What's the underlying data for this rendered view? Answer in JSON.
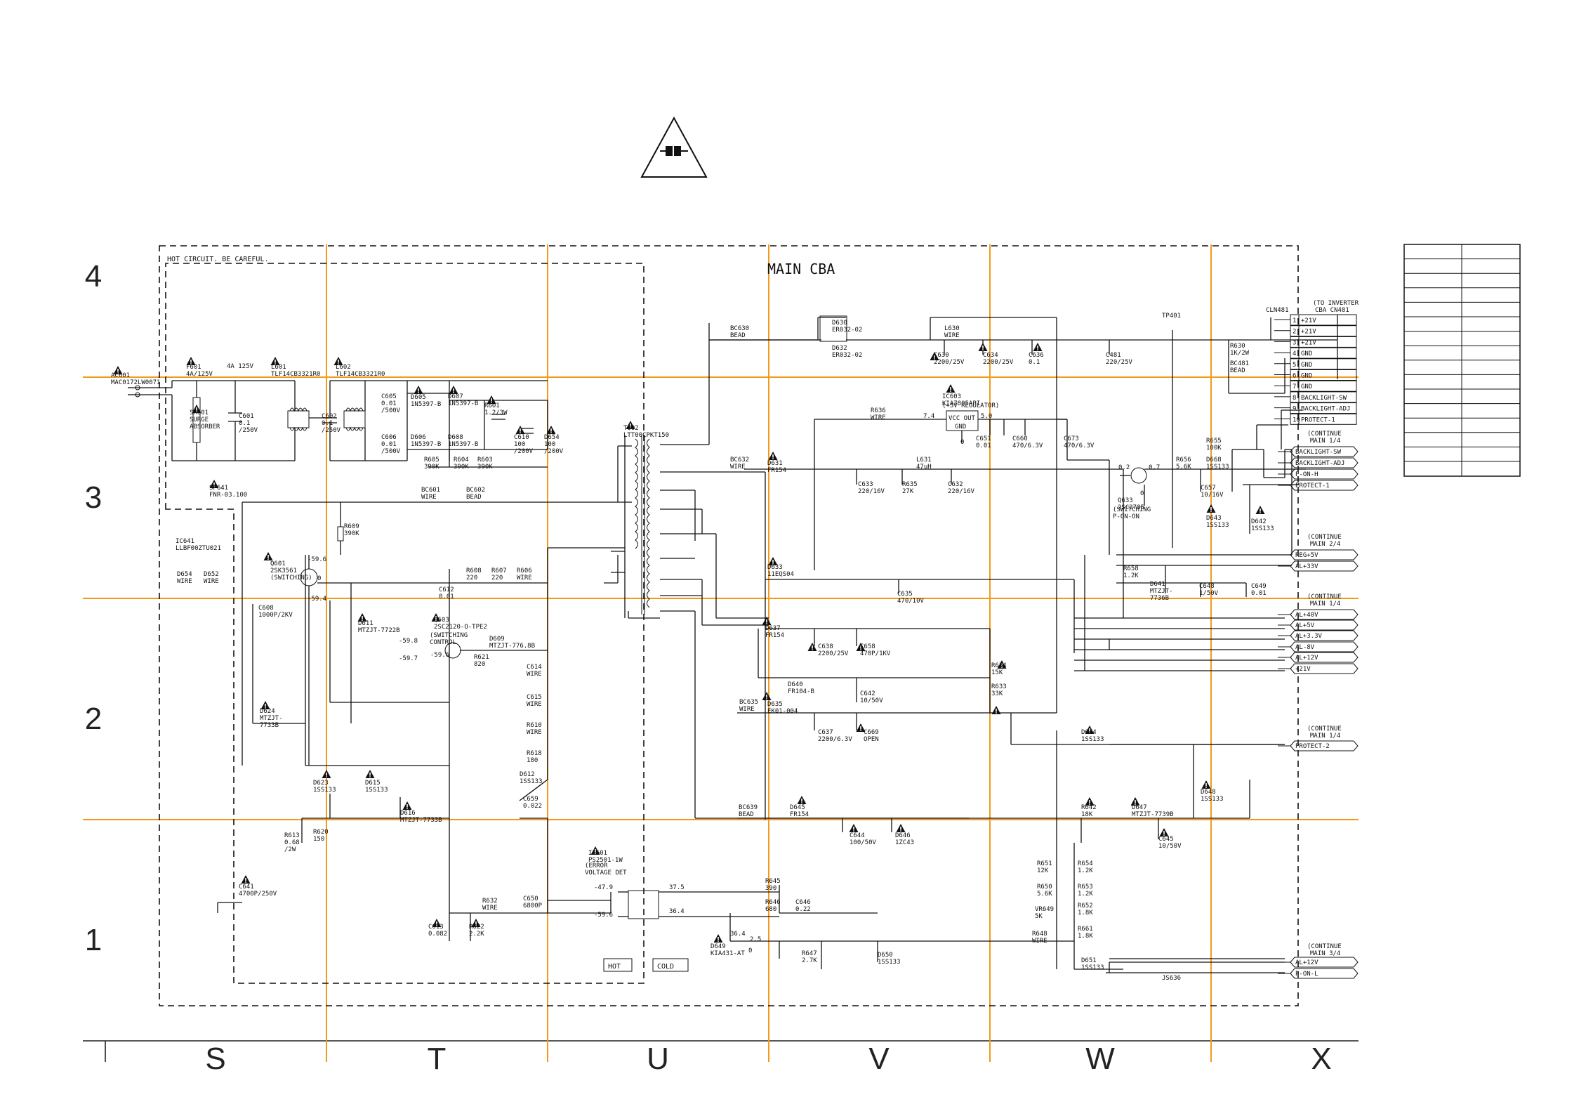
{
  "grid_columns": [
    "S",
    "T",
    "U",
    "V",
    "W",
    "X"
  ],
  "grid_rows": [
    "4",
    "3",
    "2",
    "1"
  ],
  "board_title": "MAIN CBA",
  "hot_notice": "HOT CIRCUIT. BE CAREFUL.",
  "hot_label": "HOT",
  "cold_label": "COLD",
  "ac_input": {
    "ref": "AC601",
    "part": "MAC0172LW0071"
  },
  "connector": {
    "ref": "CLN481",
    "dest_line1": "(TO INVERTER",
    "dest_line2": "CBA CN481",
    "pins": [
      {
        "no": "1",
        "name": "+21V"
      },
      {
        "no": "2",
        "name": "+21V"
      },
      {
        "no": "3",
        "name": "+21V"
      },
      {
        "no": "4",
        "name": "GND"
      },
      {
        "no": "5",
        "name": "GND"
      },
      {
        "no": "6",
        "name": "GND"
      },
      {
        "no": "7",
        "name": "GND"
      },
      {
        "no": "8",
        "name": "BACKLIGHT-SW"
      },
      {
        "no": "9",
        "name": "BACKLIGHT-ADJ"
      },
      {
        "no": "10",
        "name": "PROTECT-1"
      }
    ]
  },
  "continue_groups": [
    {
      "l1": "(CONTINUE",
      "l2": "MAIN 1/4",
      "signals": [
        "BACKLIGHT-SW",
        "BACKLIGHT-ADJ",
        "P-ON-H",
        "PROTECT-1"
      ]
    },
    {
      "l1": "(CONTINUE",
      "l2": "MAIN 2/4",
      "signals": [
        "REG+5V",
        "AL+33V"
      ]
    },
    {
      "l1": "(CONTINUE",
      "l2": "MAIN 1/4",
      "signals": [
        "AL+40V",
        "AL+5V",
        "AL+3.3V",
        "AL-8V",
        "AL+12V",
        "+21V"
      ]
    },
    {
      "l1": "(CONTINUE",
      "l2": "MAIN 1/4",
      "signals": [
        "PROTECT-2"
      ]
    },
    {
      "l1": "(CONTINUE",
      "l2": "MAIN 3/4",
      "signals": [
        "AL+12V",
        "P-ON-L"
      ]
    }
  ],
  "parts": [
    {
      "id": "F601",
      "t": [
        "F601",
        "4A/125V"
      ]
    },
    {
      "id": "FUSE",
      "t": [
        "4A 125V"
      ]
    },
    {
      "id": "L601",
      "t": [
        "L601",
        "TLF14CB3321R0"
      ]
    },
    {
      "id": "L602",
      "t": [
        "L602",
        "TLF14CB3321R0"
      ]
    },
    {
      "id": "SA601",
      "t": [
        "SA601",
        "SURGE",
        "ABSORBER"
      ]
    },
    {
      "id": "C601",
      "t": [
        "C601",
        "0.1",
        "/250V"
      ]
    },
    {
      "id": "C602",
      "t": [
        "C602",
        "0.1",
        "/250V"
      ]
    },
    {
      "id": "C605",
      "t": [
        "C605",
        "0.01",
        "/500V"
      ]
    },
    {
      "id": "C606",
      "t": [
        "C606",
        "0.01",
        "/500V"
      ]
    },
    {
      "id": "D605",
      "t": [
        "D605",
        "1N5397-B"
      ]
    },
    {
      "id": "D606",
      "t": [
        "D606",
        "1N5397-B"
      ]
    },
    {
      "id": "D607",
      "t": [
        "D607",
        "1N5397-B"
      ]
    },
    {
      "id": "D608",
      "t": [
        "D608",
        "1N5397-B"
      ]
    },
    {
      "id": "R601",
      "t": [
        "R601",
        "1.2/3W"
      ]
    },
    {
      "id": "C610",
      "t": [
        "C610",
        "100",
        "/200V"
      ]
    },
    {
      "id": "D654",
      "t": [
        "D654",
        "100",
        "/200V"
      ]
    },
    {
      "id": "R605",
      "t": [
        "R605",
        "390K"
      ]
    },
    {
      "id": "R604",
      "t": [
        "R604",
        "390K"
      ]
    },
    {
      "id": "R603",
      "t": [
        "R603",
        "390K"
      ]
    },
    {
      "id": "SP641",
      "t": [
        "SP641",
        "FNR-03.100"
      ]
    },
    {
      "id": "BC601",
      "t": [
        "BC601",
        "WIRE"
      ]
    },
    {
      "id": "BC602",
      "t": [
        "BC602",
        "BEAD"
      ]
    },
    {
      "id": "R609",
      "t": [
        "R609",
        "390K"
      ]
    },
    {
      "id": "IC641",
      "t": [
        "IC641",
        "LLBF00ZTU021"
      ]
    },
    {
      "id": "D654b",
      "t": [
        "D654",
        "WIRE"
      ]
    },
    {
      "id": "D652",
      "t": [
        "D652",
        "WIRE"
      ]
    },
    {
      "id": "Q601",
      "t": [
        "Q601",
        "2SK3561",
        "(SWITCHING)"
      ]
    },
    {
      "id": "R608",
      "t": [
        "R608",
        "220"
      ]
    },
    {
      "id": "R607",
      "t": [
        "R607",
        "220"
      ]
    },
    {
      "id": "R606",
      "t": [
        "R606",
        "WIRE"
      ]
    },
    {
      "id": "C612",
      "t": [
        "C612",
        "0.01"
      ]
    },
    {
      "id": "C608",
      "t": [
        "C608",
        "1000P/2KV"
      ]
    },
    {
      "id": "D611",
      "t": [
        "D611",
        "MTZJT-7722B"
      ]
    },
    {
      "id": "Q603",
      "t": [
        "Q603",
        "2SC2120-O-TPE2"
      ]
    },
    {
      "id": "Q603f",
      "t": [
        "(SWITCHING",
        "CONTROL"
      ]
    },
    {
      "id": "D609",
      "t": [
        "D609",
        "MTZJT-776.8B"
      ]
    },
    {
      "id": "R621",
      "t": [
        "R621",
        "820"
      ]
    },
    {
      "id": "C614",
      "t": [
        "C614",
        "WIRE"
      ]
    },
    {
      "id": "C615",
      "t": [
        "C615",
        "WIRE"
      ]
    },
    {
      "id": "R610",
      "t": [
        "R610",
        "WIRE"
      ]
    },
    {
      "id": "R618",
      "t": [
        "R618",
        "180"
      ]
    },
    {
      "id": "D612",
      "t": [
        "D612",
        "1SS133"
      ]
    },
    {
      "id": "C659",
      "t": [
        "C659",
        "0.022"
      ]
    },
    {
      "id": "D624",
      "t": [
        "D624",
        "MTZJT-",
        "7733B"
      ]
    },
    {
      "id": "D623",
      "t": [
        "D623",
        "1SS133"
      ]
    },
    {
      "id": "D615",
      "t": [
        "D615",
        "1SS133"
      ]
    },
    {
      "id": "D616",
      "t": [
        "D616",
        "MTZJT-7733B"
      ]
    },
    {
      "id": "R613",
      "t": [
        "R613",
        "0.68",
        "/2W"
      ]
    },
    {
      "id": "R620",
      "t": [
        "R620",
        "150"
      ]
    },
    {
      "id": "C641",
      "t": [
        "C641",
        "4700P/250V"
      ]
    },
    {
      "id": "C613",
      "t": [
        "C613",
        "0.082"
      ]
    },
    {
      "id": "R622",
      "t": [
        "R622",
        "2.2K"
      ]
    },
    {
      "id": "R632",
      "t": [
        "R632",
        "WIRE"
      ]
    },
    {
      "id": "C650",
      "t": [
        "C650",
        "6800P"
      ]
    },
    {
      "id": "IC601",
      "t": [
        "IC601",
        "PS2501-1W"
      ]
    },
    {
      "id": "IC601f",
      "t": [
        "(ERROR",
        "VOLTAGE DET"
      ]
    },
    {
      "id": "T602",
      "t": [
        "T602",
        "LTT00CPKT150"
      ]
    },
    {
      "id": "BC630",
      "t": [
        "BC630",
        "BEAD"
      ]
    },
    {
      "id": "D630",
      "t": [
        "D630",
        "ER032-02"
      ]
    },
    {
      "id": "D632",
      "t": [
        "D632",
        "ER032-02"
      ]
    },
    {
      "id": "L630",
      "t": [
        "L630",
        "WIRE"
      ]
    },
    {
      "id": "C630",
      "t": [
        "C630",
        "2200/25V"
      ]
    },
    {
      "id": "C634",
      "t": [
        "C634",
        "2200/25V"
      ]
    },
    {
      "id": "C636",
      "t": [
        "C636",
        "0.1"
      ]
    },
    {
      "id": "C481",
      "t": [
        "C481",
        "220/25V"
      ]
    },
    {
      "id": "IC603",
      "t": [
        "IC603",
        "KIA7805API"
      ]
    },
    {
      "id": "IC603f",
      "t": [
        "(+5V REGULATOR)"
      ]
    },
    {
      "id": "R636",
      "t": [
        "R636",
        "WIRE"
      ]
    },
    {
      "id": "C651",
      "t": [
        "C651",
        "0.01"
      ]
    },
    {
      "id": "C660",
      "t": [
        "C660",
        "470/6.3V"
      ]
    },
    {
      "id": "C673",
      "t": [
        "C673",
        "470/6.3V"
      ]
    },
    {
      "id": "TP401",
      "t": [
        "TP401"
      ]
    },
    {
      "id": "R630",
      "t": [
        "R630",
        "1K/2W"
      ]
    },
    {
      "id": "BC481",
      "t": [
        "BC481",
        "BEAD"
      ]
    },
    {
      "id": "BC632",
      "t": [
        "BC632",
        "WIRE"
      ]
    },
    {
      "id": "D631",
      "t": [
        "D631",
        "FR154"
      ]
    },
    {
      "id": "L631",
      "t": [
        "L631",
        "47uH"
      ]
    },
    {
      "id": "C633",
      "t": [
        "C633",
        "220/16V"
      ]
    },
    {
      "id": "R635",
      "t": [
        "R635",
        "27K"
      ]
    },
    {
      "id": "C632",
      "t": [
        "C632",
        "220/16V"
      ]
    },
    {
      "id": "Q633",
      "t": [
        "Q633",
        "2SC2785"
      ]
    },
    {
      "id": "Q633f",
      "t": [
        "(SWITCHING",
        "P-ON-ON"
      ]
    },
    {
      "id": "R656",
      "t": [
        "R656",
        "5.6K"
      ]
    },
    {
      "id": "R655",
      "t": [
        "R655",
        "100K"
      ]
    },
    {
      "id": "D668",
      "t": [
        "D668",
        "1SS133"
      ]
    },
    {
      "id": "C657",
      "t": [
        "C657",
        "10/16V"
      ]
    },
    {
      "id": "D643",
      "t": [
        "D643",
        "1SS133"
      ]
    },
    {
      "id": "D642",
      "t": [
        "D642",
        "1SS133"
      ]
    },
    {
      "id": "D633",
      "t": [
        "D633",
        "11EQS04"
      ]
    },
    {
      "id": "C635",
      "t": [
        "C635",
        "470/10V"
      ]
    },
    {
      "id": "R658",
      "t": [
        "R658",
        "1.2K"
      ]
    },
    {
      "id": "D641",
      "t": [
        "D641",
        "MTZJT-",
        "7736B"
      ]
    },
    {
      "id": "C648",
      "t": [
        "C648",
        "1/50V"
      ]
    },
    {
      "id": "C649",
      "t": [
        "C649",
        "0.01"
      ]
    },
    {
      "id": "D637",
      "t": [
        "D637",
        "FR154"
      ]
    },
    {
      "id": "C638",
      "t": [
        "C638",
        "2200/25V"
      ]
    },
    {
      "id": "C658",
      "t": [
        "C658",
        "470P/1KV"
      ]
    },
    {
      "id": "D640",
      "t": [
        "D640",
        "FR104-B"
      ]
    },
    {
      "id": "C642",
      "t": [
        "C642",
        "10/50V"
      ]
    },
    {
      "id": "R634",
      "t": [
        "R634",
        "15K"
      ]
    },
    {
      "id": "R633",
      "t": [
        "R633",
        "33K"
      ]
    },
    {
      "id": "BC635",
      "t": [
        "BC635",
        "WIRE"
      ]
    },
    {
      "id": "D635",
      "t": [
        "D635",
        "EK01-004"
      ]
    },
    {
      "id": "C637",
      "t": [
        "C637",
        "2200/6.3V"
      ]
    },
    {
      "id": "C669",
      "t": [
        "C669",
        "OPEN"
      ]
    },
    {
      "id": "D644",
      "t": [
        "D644",
        "1SS133"
      ]
    },
    {
      "id": "BC639",
      "t": [
        "BC639",
        "BEAD"
      ]
    },
    {
      "id": "D645",
      "t": [
        "D645",
        "FR154"
      ]
    },
    {
      "id": "C644",
      "t": [
        "C644",
        "100/50V"
      ]
    },
    {
      "id": "D646",
      "t": [
        "D646",
        "1ZC43"
      ]
    },
    {
      "id": "R642",
      "t": [
        "R642",
        "18K"
      ]
    },
    {
      "id": "D647",
      "t": [
        "D647",
        "MTZJT-7739B"
      ]
    },
    {
      "id": "C645",
      "t": [
        "C645",
        "10/50V"
      ]
    },
    {
      "id": "D648",
      "t": [
        "D648",
        "1SS133"
      ]
    },
    {
      "id": "R645",
      "t": [
        "R645",
        "390"
      ]
    },
    {
      "id": "R646",
      "t": [
        "R646",
        "680"
      ]
    },
    {
      "id": "C646",
      "t": [
        "C646",
        "0.22"
      ]
    },
    {
      "id": "R651",
      "t": [
        "R651",
        "12K"
      ]
    },
    {
      "id": "R654",
      "t": [
        "R654",
        "1.2K"
      ]
    },
    {
      "id": "R650",
      "t": [
        "R650",
        "5.6K"
      ]
    },
    {
      "id": "R653",
      "t": [
        "R653",
        "1.2K"
      ]
    },
    {
      "id": "VR649",
      "t": [
        "VR649",
        "5K"
      ]
    },
    {
      "id": "R652",
      "t": [
        "R652",
        "1.8K"
      ]
    },
    {
      "id": "R648",
      "t": [
        "R648",
        "WIRE"
      ]
    },
    {
      "id": "R661",
      "t": [
        "R661",
        "1.8K"
      ]
    },
    {
      "id": "D649",
      "t": [
        "D649",
        "KIA431-AT"
      ]
    },
    {
      "id": "R647",
      "t": [
        "R647",
        "2.7K"
      ]
    },
    {
      "id": "D650",
      "t": [
        "D650",
        "1SS133"
      ]
    },
    {
      "id": "D651",
      "t": [
        "D651",
        "1SS133"
      ]
    },
    {
      "id": "JS636",
      "t": [
        "JS636"
      ]
    }
  ],
  "voltages": [
    {
      "id": "q601d",
      "v": "-59.6"
    },
    {
      "id": "q601g",
      "v": "0"
    },
    {
      "id": "q601s",
      "v": "-59.4"
    },
    {
      "id": "q603b",
      "v": "-59.8"
    },
    {
      "id": "q603c",
      "v": "-59.6"
    },
    {
      "id": "q603e",
      "v": "-59.7"
    },
    {
      "id": "ic601a",
      "v": "-47.9"
    },
    {
      "id": "ic601b",
      "v": "-59.6"
    },
    {
      "id": "ic601c",
      "v": "37.5"
    },
    {
      "id": "ic601d",
      "v": "36.4"
    },
    {
      "id": "ic603in",
      "v": "7.4"
    },
    {
      "id": "ic603out",
      "v": "5.0"
    },
    {
      "id": "ic603gnd",
      "v": "0"
    },
    {
      "id": "q633b",
      "v": "0.2"
    },
    {
      "id": "q633c",
      "v": "0.7"
    },
    {
      "id": "q633e",
      "v": "0"
    },
    {
      "id": "d649k",
      "v": "36.4"
    },
    {
      "id": "d649r",
      "v": "2.5"
    },
    {
      "id": "d649a",
      "v": "0"
    }
  ],
  "ic_pins": {
    "vcc_out": "VCC OUT",
    "gnd": "GND"
  },
  "colors": {
    "grid": "#f39a1c",
    "ink": "#111111"
  }
}
